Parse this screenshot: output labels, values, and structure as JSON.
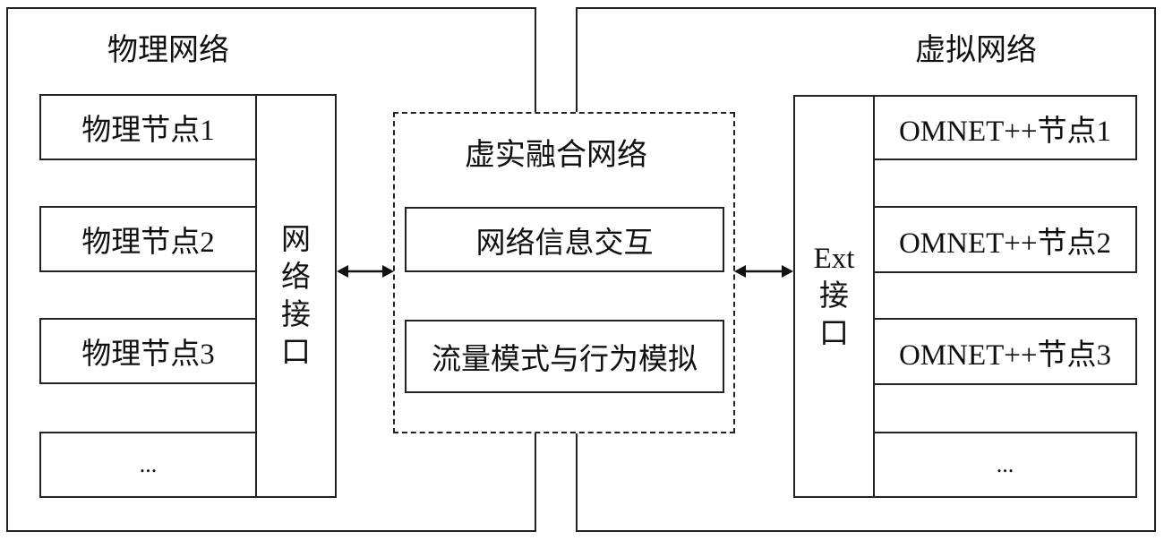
{
  "physical_network": {
    "title": "物理网络",
    "nodes": [
      "物理节点1",
      "物理节点2",
      "物理节点3",
      "..."
    ],
    "interface_label": [
      "网",
      "络",
      "接",
      "口"
    ]
  },
  "fusion_network": {
    "title": "虚实融合网络",
    "modules": [
      "网络信息交互",
      "流量模式与行为模拟"
    ]
  },
  "virtual_network": {
    "title": "虚拟网络",
    "interface_label": [
      "Ext",
      "接",
      "口"
    ],
    "nodes": [
      "OMNET++节点1",
      "OMNET++节点2",
      "OMNET++节点3",
      "..."
    ]
  },
  "connectors": [
    {
      "from": "网络接口",
      "to": "虚实融合网络",
      "type": "bidirectional-arrow"
    },
    {
      "from": "虚实融合网络",
      "to": "Ext接口",
      "type": "bidirectional-arrow"
    }
  ]
}
